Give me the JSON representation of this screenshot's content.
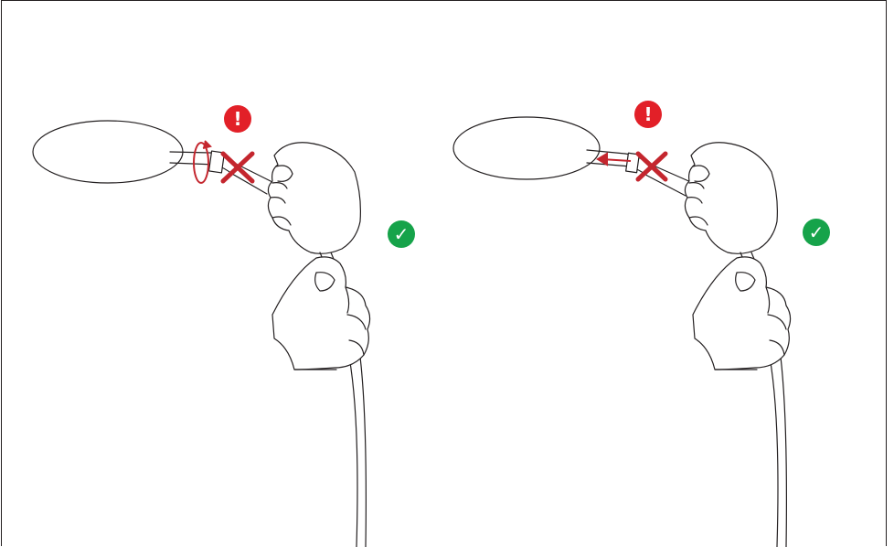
{
  "illustration": {
    "panels": [
      {
        "id": "twist",
        "warning_symbol": "!",
        "ok_symbol": "✓",
        "action": "do-not-twist"
      },
      {
        "id": "pull",
        "warning_symbol": "!",
        "ok_symbol": "✓",
        "action": "do-not-pull"
      }
    ],
    "colors": {
      "stroke": "#231f20",
      "warning": "#e22028",
      "ok": "#16a34a",
      "cross": "#c4262e"
    },
    "icons": [
      "exclamation-icon",
      "checkmark-icon",
      "cross-icon",
      "rotate-arrow-icon",
      "pull-arrow-icon"
    ]
  }
}
